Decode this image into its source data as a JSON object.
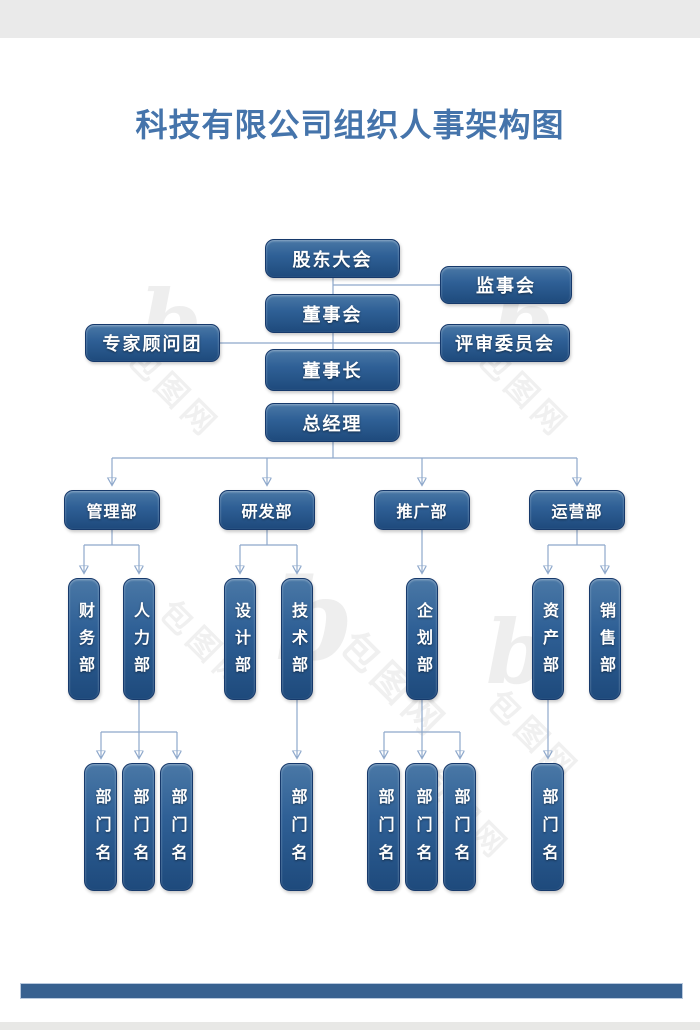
{
  "page": {
    "title": "科技有限公司组织人事架构图"
  },
  "org": {
    "center": [
      {
        "label": "股东大会"
      },
      {
        "label": "董事会"
      },
      {
        "label": "董事长"
      },
      {
        "label": "总经理"
      }
    ],
    "side": [
      {
        "label": "监事会"
      },
      {
        "label": "专家顾问团"
      },
      {
        "label": "评审委员会"
      }
    ],
    "departments": [
      {
        "label": "管理部"
      },
      {
        "label": "研发部"
      },
      {
        "label": "推广部"
      },
      {
        "label": "运营部"
      }
    ],
    "sub_departments": [
      {
        "label": "财务部"
      },
      {
        "label": "人力部"
      },
      {
        "label": "设计部"
      },
      {
        "label": "技术部"
      },
      {
        "label": "企划部"
      },
      {
        "label": "资产部"
      },
      {
        "label": "销售部"
      }
    ],
    "placeholders": [
      {
        "label": "部门名"
      },
      {
        "label": "部门名"
      },
      {
        "label": "部门名"
      },
      {
        "label": "部门名"
      },
      {
        "label": "部门名"
      },
      {
        "label": "部门名"
      },
      {
        "label": "部门名"
      },
      {
        "label": "部门名"
      }
    ]
  },
  "watermark": {
    "glyph": "b",
    "text": "包图网"
  },
  "colors": {
    "title": "#4574ab",
    "box_gradient_top": "#4a78a6",
    "box_gradient_bottom": "#1e4a7c",
    "box_border": "#16396b",
    "connector": "#8ea8cb",
    "arrow": "#2d5b91",
    "footer_bar": "#386190",
    "strip": "#eaeaea"
  }
}
